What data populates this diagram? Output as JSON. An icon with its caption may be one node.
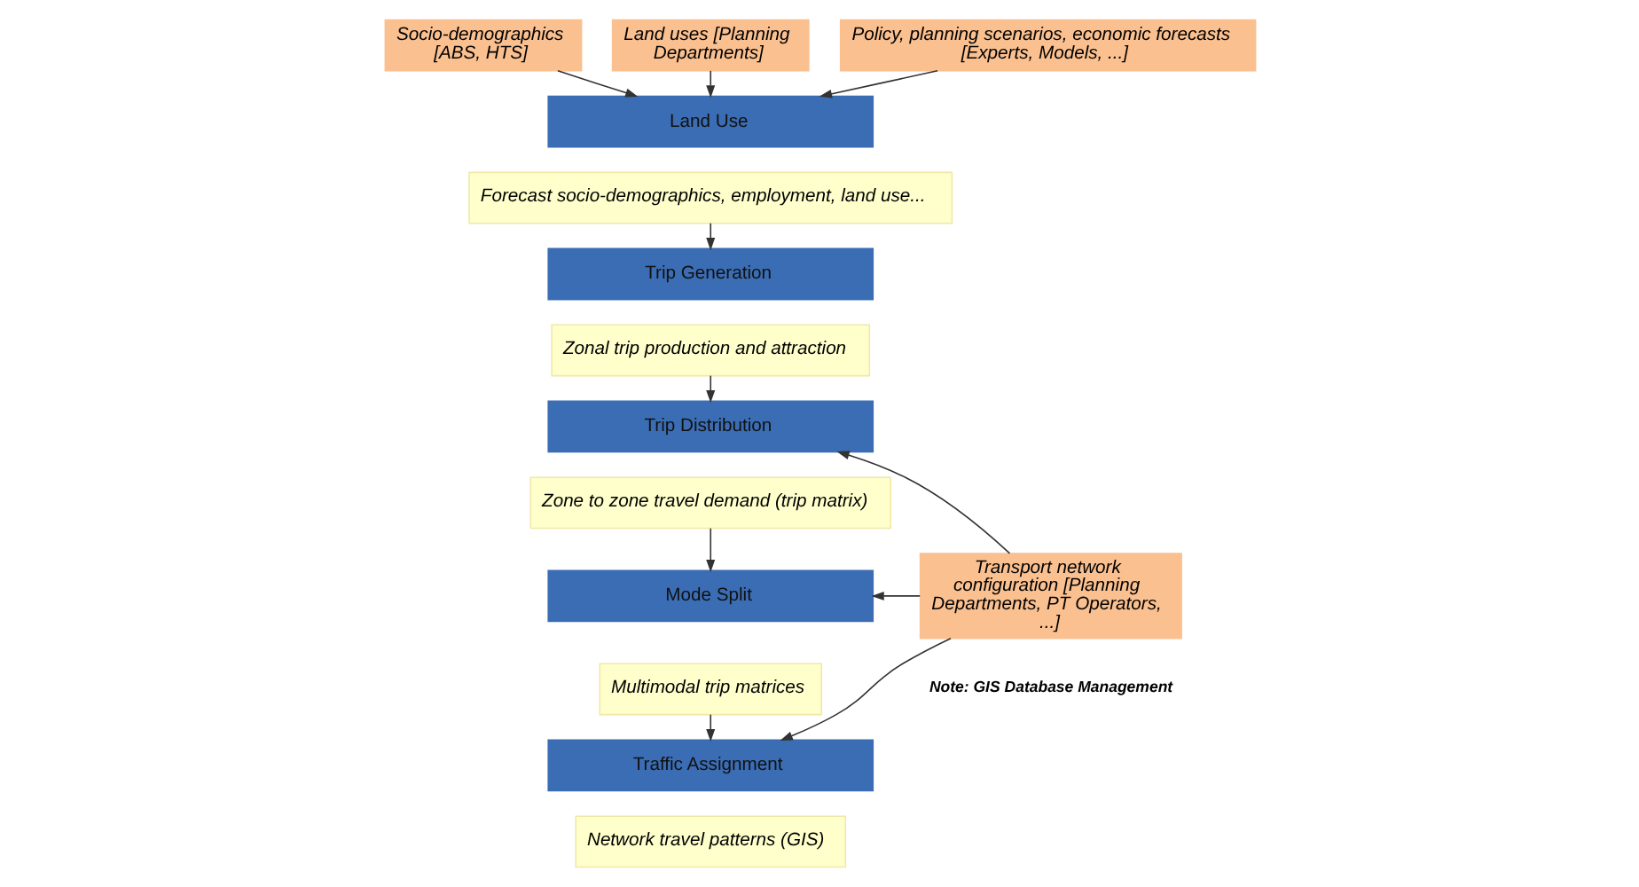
{
  "diagram": {
    "nodes": [
      {
        "text": [
          "Socio-demographics [ABS, HTS]"
        ]
      },
      {
        "text": [
          "Land uses [Planning Departments]"
        ]
      },
      {
        "text": [
          "Policy, planning scenarios, economic forecasts [Experts, Models, ...]"
        ]
      },
      {
        "text": [
          "Land Use"
        ]
      },
      {
        "text": [
          "Forecast socio-demographics, employment, land use..."
        ]
      },
      {
        "text": [
          "Trip Generation"
        ]
      },
      {
        "text": [
          "Zonal trip production and attraction"
        ]
      },
      {
        "text": [
          "Trip Distribution"
        ]
      },
      {
        "text": [
          "Zone to zone travel demand (trip matrix)"
        ]
      },
      {
        "text": [
          "Transport network configuration [Planning Departments, PT Operators, ...]"
        ]
      },
      {
        "text": [
          "Mode Split"
        ]
      },
      {
        "text": [
          "Multimodal trip matrices"
        ]
      },
      {
        "text": [
          "Traffic Assignment"
        ]
      },
      {
        "text": [
          "Network travel patterns (GIS)"
        ]
      }
    ],
    "edges": [
      {
        "from": 0,
        "to": 3,
        "arrow": "to"
      },
      {
        "from": 1,
        "to": 3,
        "arrow": "to"
      },
      {
        "from": 2,
        "to": 3,
        "arrow": "to"
      },
      {
        "from": 4,
        "to": 5,
        "arrow": "to"
      },
      {
        "from": 6,
        "to": 7,
        "arrow": "to"
      },
      {
        "from": 8,
        "to": 10,
        "arrow": "to"
      },
      {
        "from": 11,
        "to": 12,
        "arrow": "to"
      },
      {
        "from": 9,
        "to": 7,
        "arrow": "to"
      },
      {
        "from": 9,
        "to": 10,
        "arrow": "to"
      },
      {
        "from": 9,
        "to": 12,
        "arrow": "to"
      }
    ],
    "labels": [
      "Note: GIS Database Management"
    ]
  }
}
